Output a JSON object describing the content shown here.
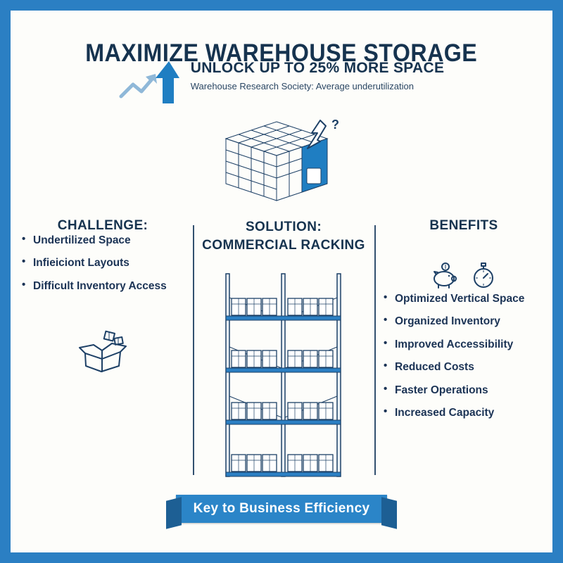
{
  "header": {
    "title": "MAXIMIZE WAREHOUSE STORAGE",
    "subtitle": "UNLOCK UP TO 25% MORE SPACE",
    "source": "Warehouse Research Society: Average underutilization"
  },
  "columns": {
    "challenge": {
      "heading": "CHALLENGE:",
      "items": [
        "Undertilized Space",
        "Infieiciont Layouts",
        "Difficult Inventory Access"
      ]
    },
    "solution": {
      "heading_line1": "SOLUTION:",
      "heading_line2": "COMMERCIAL RACKING"
    },
    "benefits": {
      "heading": "BENEFITS",
      "items_primary": [
        "Optimized Vertical Space",
        "Organized Inventory",
        "Improved Accessibility"
      ],
      "items_secondary": [
        "Reduced Costs",
        "Faster Operations",
        "Increased Capacity"
      ]
    }
  },
  "banner": {
    "label": "Key to Business Efficiency"
  },
  "icons": {
    "growth_arrow": "growth-arrow-icon",
    "warehouse_cube": "warehouse-cube-illustration",
    "racking": "racking-illustration",
    "open_box": "open-box-icon",
    "piggy_bank": "piggy-bank-icon",
    "stopwatch": "stopwatch-icon"
  },
  "colors": {
    "frame_blue": "#2b7fc3",
    "navy_text": "#16334f",
    "banner_blue": "#2b85c8",
    "banner_fold": "#1d5f94",
    "accent_blue": "#1f7ec2",
    "light_blue": "#8fb8d8"
  }
}
